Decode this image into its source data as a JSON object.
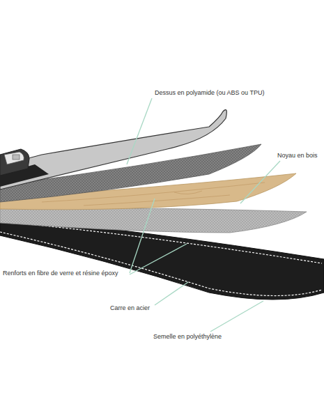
{
  "diagram": {
    "labels": [
      "Dessus en polyamide (ou ABS ou TPU)",
      "Noyau en bois",
      "Renforts en fibre de verre et résine époxy",
      "Carre en acier",
      "Semelle en polyéthylène"
    ]
  }
}
